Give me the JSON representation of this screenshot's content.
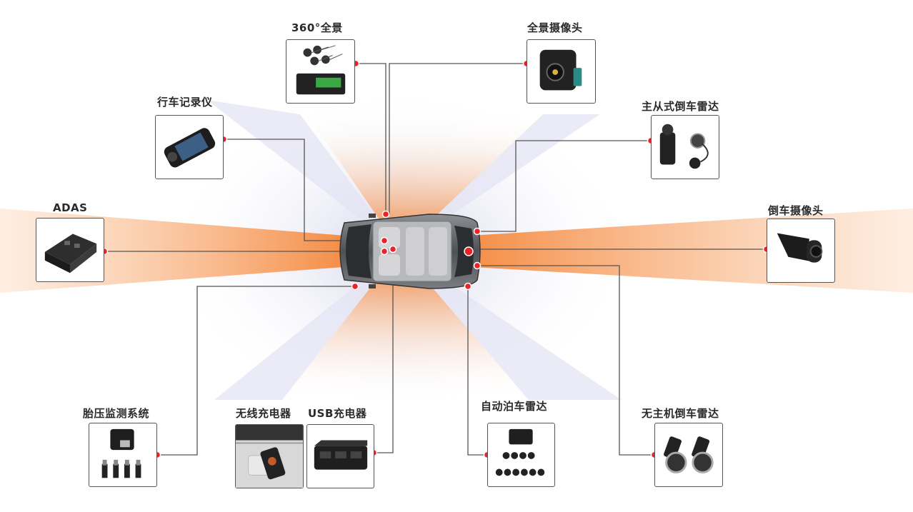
{
  "diagram": {
    "colors": {
      "ray": "#f47a25",
      "ray_light": "#fde3cf",
      "shadow": "#cfd0e8",
      "dot": "#e8242a",
      "line": "#555555",
      "car": "#5a5c60"
    },
    "components": [
      {
        "id": "p360",
        "label": "360°全景",
        "icon": "surround-view-kit-icon"
      },
      {
        "id": "pcam",
        "label": "全景摄像头",
        "icon": "panoramic-camera-icon"
      },
      {
        "id": "dvr",
        "label": "行车记录仪",
        "icon": "dashcam-icon"
      },
      {
        "id": "msradar",
        "label": "主从式倒车雷达",
        "icon": "parking-sensor-kit-icon"
      },
      {
        "id": "adas",
        "label": "ADAS",
        "icon": "adas-module-icon"
      },
      {
        "id": "rcam",
        "label": "倒车摄像头",
        "icon": "reverse-camera-icon"
      },
      {
        "id": "tpms",
        "label": "胎压监测系统",
        "icon": "tpms-sensor-icon"
      },
      {
        "id": "wless",
        "label": "无线充电器",
        "icon": "wireless-charger-icon"
      },
      {
        "id": "usb",
        "label": "USB充电器",
        "icon": "usb-charger-icon"
      },
      {
        "id": "apark",
        "label": "自动泊车雷达",
        "icon": "auto-parking-radar-icon"
      },
      {
        "id": "nhradar",
        "label": "无主机倒车雷达",
        "icon": "hostless-radar-icon"
      }
    ]
  }
}
